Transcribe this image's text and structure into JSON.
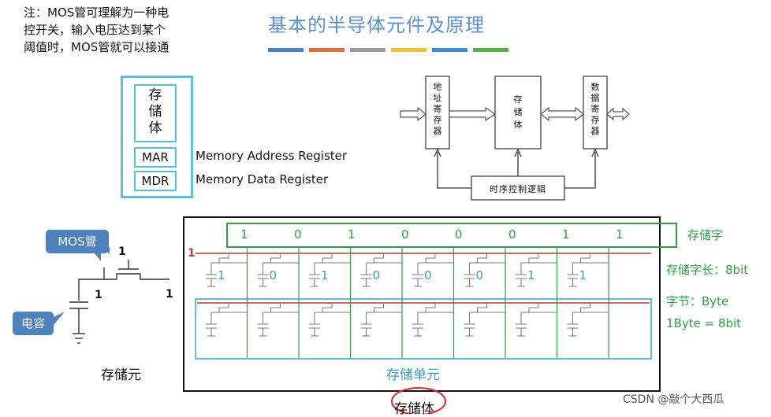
{
  "note": {
    "lines": [
      "注：MOS管可理解为一种电",
      "控开关，输入电压达到某个",
      "阈值时，MOS管就可以接通"
    ]
  },
  "title": "基本的半导体元件及原理",
  "title_bar_colors": [
    "#4f81bd",
    "#e46c3c",
    "#9a9a9a",
    "#f2c12e",
    "#3d8fd1",
    "#58b048"
  ],
  "memory_block": {
    "core_lines": [
      "存",
      "储",
      "体"
    ],
    "mar": "MAR",
    "mar_desc": "Memory Address Register",
    "mdr": "MDR",
    "mdr_desc": "Memory Data Register"
  },
  "block_diagram": {
    "addr_reg": [
      "地",
      "址",
      "寄",
      "存",
      "器"
    ],
    "storage": [
      "存",
      "储",
      "体"
    ],
    "data_reg": [
      "数",
      "据",
      "寄",
      "存",
      "器"
    ],
    "control": "时序控制逻辑"
  },
  "cell": {
    "mos_label": "MOS管",
    "cap_label": "电容",
    "gate_value": "1",
    "cap_value": "1",
    "drain_value": "1",
    "caption": "存储元"
  },
  "array": {
    "word_bits": [
      "1",
      "0",
      "1",
      "0",
      "0",
      "0",
      "1",
      "1"
    ],
    "row_select": "1",
    "cell_bits": [
      "1",
      "0",
      "1",
      "0",
      "0",
      "0",
      "1",
      "1"
    ],
    "unit_caption": "存储单元",
    "body_caption": "存储体"
  },
  "right_labels": {
    "word": "存储字",
    "word_len": "存储字长：8bit",
    "byte": "字节：Byte",
    "byte_def": "1Byte = 8bit"
  },
  "watermark": "CSDN @敲个大西瓜",
  "colors": {
    "accent_blue": "#5bc0de",
    "green": "#2ea043",
    "red_line": "#c0392b",
    "callout": "#4f81bd"
  }
}
